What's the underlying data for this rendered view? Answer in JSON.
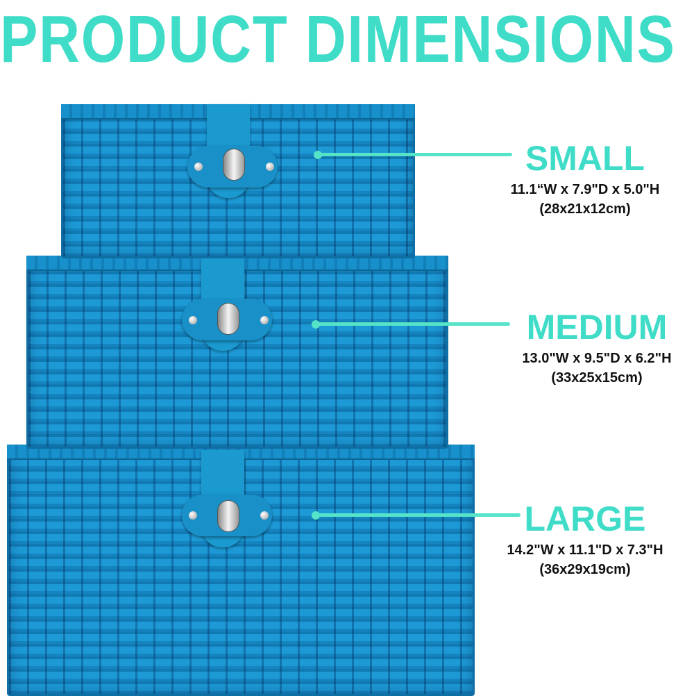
{
  "title": "PRODUCT DIMENSIONS",
  "sizes": [
    {
      "name": "SMALL",
      "imperial": "11.1“W x 7.9\"D x 5.0\"H",
      "metric": "(28x21x12cm)"
    },
    {
      "name": "MEDIUM",
      "imperial": "13.0\"W x 9.5\"D x 6.2\"H",
      "metric": "(33x25x15cm)"
    },
    {
      "name": "LARGE",
      "imperial": "14.2\"W x 11.1\"D x 7.3\"H",
      "metric": "(36x29x19cm)"
    }
  ],
  "colors": {
    "accent": "#3fdcc8",
    "basket": "#1a8fc9"
  }
}
